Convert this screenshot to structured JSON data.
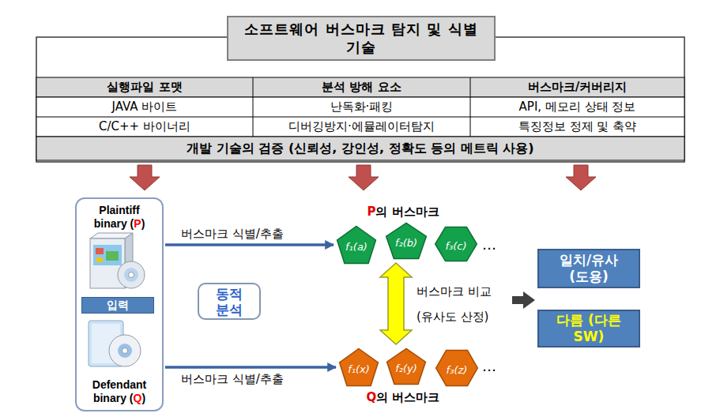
{
  "diagram": {
    "nodes": [
      {
        "text": [
          "소프트웨어 버스마크 탐지 및 식별 기술"
        ]
      },
      {
        "text": [
          "Plaintiff binary (P)",
          "Defendant binary (Q)"
        ]
      },
      {
        "text": [
          "입력"
        ],
        "in": 1
      },
      {
        "text": [
          "동적 분석"
        ]
      },
      {
        "text": [
          "f₁(a)"
        ]
      },
      {
        "text": [
          "f₂(b)"
        ]
      },
      {
        "text": [
          "f₃(c)"
        ]
      },
      {
        "text": [
          "f₁(x)"
        ]
      },
      {
        "text": [
          "f₂(y)"
        ]
      },
      {
        "text": [
          "f₃(z)"
        ]
      },
      {
        "text": [
          "일치/유사 (도용)"
        ]
      },
      {
        "text": [
          "다름 (다른 SW)"
        ]
      }
    ],
    "edges": [
      {
        "from": 1,
        "to": 4,
        "arrow": "to",
        "label": "버스마크 식별/추출"
      },
      {
        "from": 1,
        "to": 7,
        "arrow": "to",
        "label": "버스마크 식별/추출"
      },
      {
        "from": 5,
        "to": 8,
        "arrow": "both",
        "label": "버스마크 비교 (유사도 산정)"
      }
    ],
    "labels": [
      "실행파일 포맷",
      "분석 방해 요소",
      "버스마크/커버리지",
      "JAVA 바이트",
      "난독화·패킹",
      "API, 메모리 상태 정보",
      "C/C++ 바이너리",
      "디버깅방지·에뮬레이터탐지",
      "특징정보 정제 및 축약",
      "개발 기술의 검증 (신뢰성, 강인성, 정확도 등의 메트릭 사용)",
      "P의 버스마크",
      "…",
      "…",
      "Q의 버스마크"
    ]
  }
}
